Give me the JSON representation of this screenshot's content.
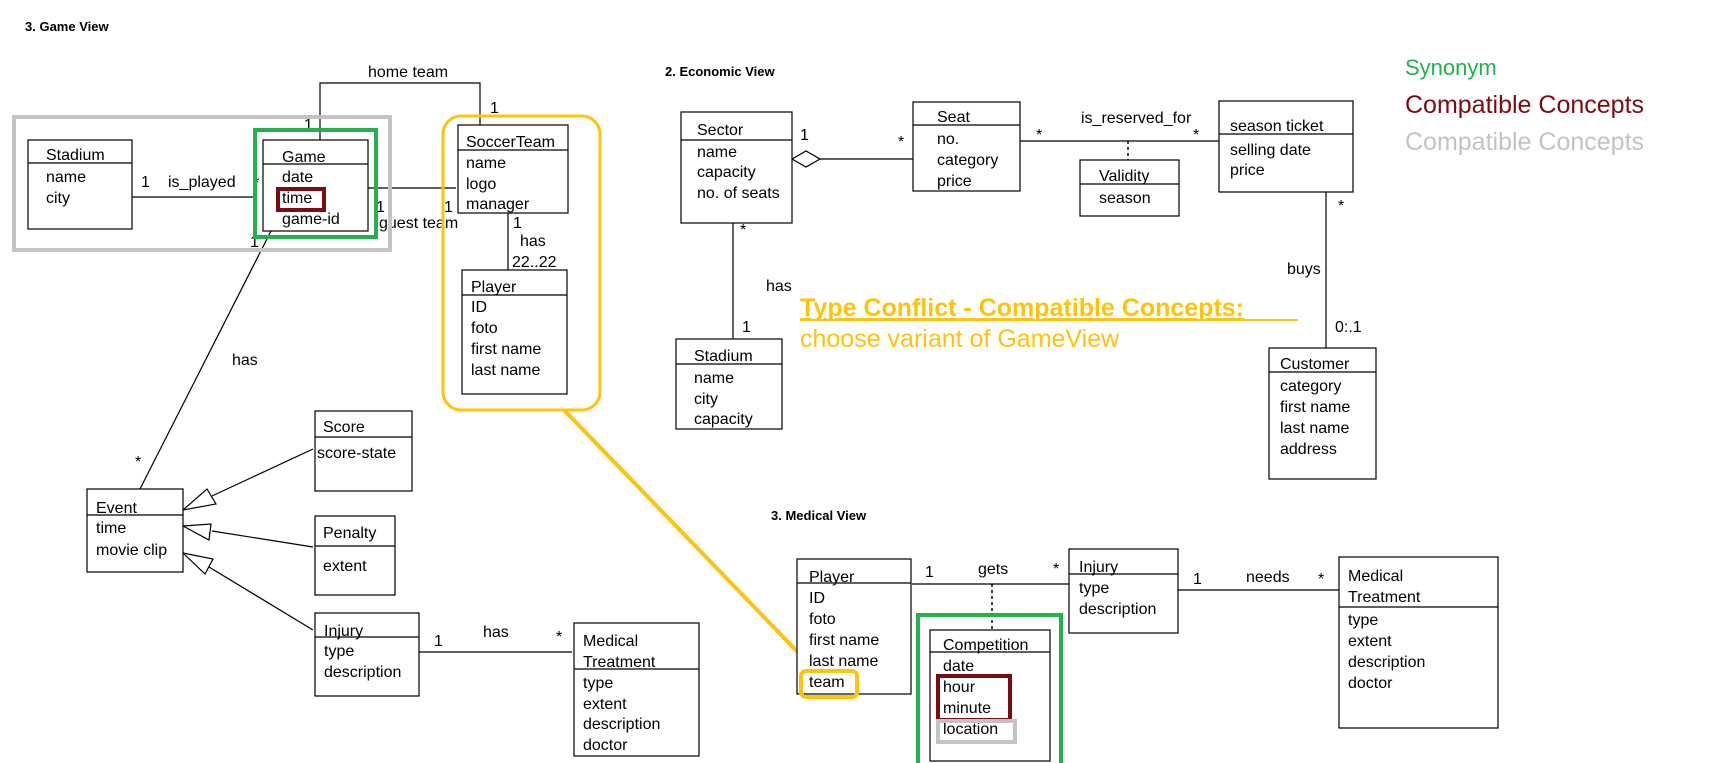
{
  "views": {
    "game": "3. Game View",
    "economic": "2. Economic View",
    "medical": "3. Medical View"
  },
  "legend": {
    "synonym": "Synonym",
    "compatible_red": "Compatible Concepts",
    "compatible_gray": "Compatible Concepts"
  },
  "conflict": {
    "title": "Type Conflict - Compatible Concepts:",
    "subtitle": "choose variant of GameView"
  },
  "colors": {
    "green": "#22b14c",
    "darkred": "#7b0c16",
    "gray": "#c3c3c3",
    "yellow": "#ffc20e"
  },
  "classes": {
    "gv_stadium": {
      "name": "Stadium",
      "attrs": [
        "name",
        "city"
      ]
    },
    "gv_game": {
      "name": "Game",
      "attrs": [
        "date",
        "time",
        "game-id"
      ]
    },
    "gv_soccerteam": {
      "name": "SoccerTeam",
      "attrs": [
        "name",
        "logo",
        "manager"
      ]
    },
    "gv_player": {
      "name": "Player",
      "attrs": [
        "ID",
        "foto",
        "first name",
        "last name"
      ]
    },
    "gv_event": {
      "name": "Event",
      "attrs": [
        "time",
        "movie clip"
      ]
    },
    "gv_score": {
      "name": "Score",
      "attrs": [
        "score-state"
      ]
    },
    "gv_penalty": {
      "name": "Penalty",
      "attrs": [
        "extent"
      ]
    },
    "gv_injury": {
      "name": "Injury",
      "attrs": [
        "type",
        "description"
      ]
    },
    "gv_medtreat": {
      "name": "Medical",
      "name2": "Treatment",
      "attrs": [
        "type",
        "extent",
        "description",
        "doctor"
      ]
    },
    "ev_sector": {
      "name": "Sector",
      "attrs": [
        "name",
        "capacity",
        "no. of seats"
      ]
    },
    "ev_seat": {
      "name": "Seat",
      "attrs": [
        "no.",
        "category",
        "price"
      ]
    },
    "ev_validity": {
      "name": "Validity",
      "attrs": [
        "season"
      ]
    },
    "ev_season": {
      "name": "season ticket",
      "attrs": [
        "selling date",
        "price"
      ]
    },
    "ev_stadium": {
      "name": "Stadium",
      "attrs": [
        "name",
        "city",
        "capacity"
      ]
    },
    "ev_customer": {
      "name": "Customer",
      "attrs": [
        "category",
        "first name",
        "last name",
        "address"
      ]
    },
    "mv_player": {
      "name": "Player",
      "attrs": [
        "ID",
        "foto",
        "first name",
        "last name",
        "team"
      ]
    },
    "mv_competition": {
      "name": "Competition",
      "attrs": [
        "date",
        "hour",
        "minute",
        "location"
      ]
    },
    "mv_injury": {
      "name": "Injury",
      "attrs": [
        "type",
        "description"
      ]
    },
    "mv_medtreat": {
      "name": "Medical",
      "name2": "Treatment",
      "attrs": [
        "type",
        "extent",
        "description",
        "doctor"
      ]
    }
  },
  "assoc": {
    "home_team": "home team",
    "guest_team": "guest team",
    "is_played": "is_played",
    "has": "has",
    "has_range": "22..22",
    "is_reserved_for": "is_reserved_for",
    "buys": "buys",
    "gets": "gets",
    "needs": "needs"
  },
  "mult": {
    "one": "1",
    "many": "*",
    "zero_one": "0:.1"
  }
}
